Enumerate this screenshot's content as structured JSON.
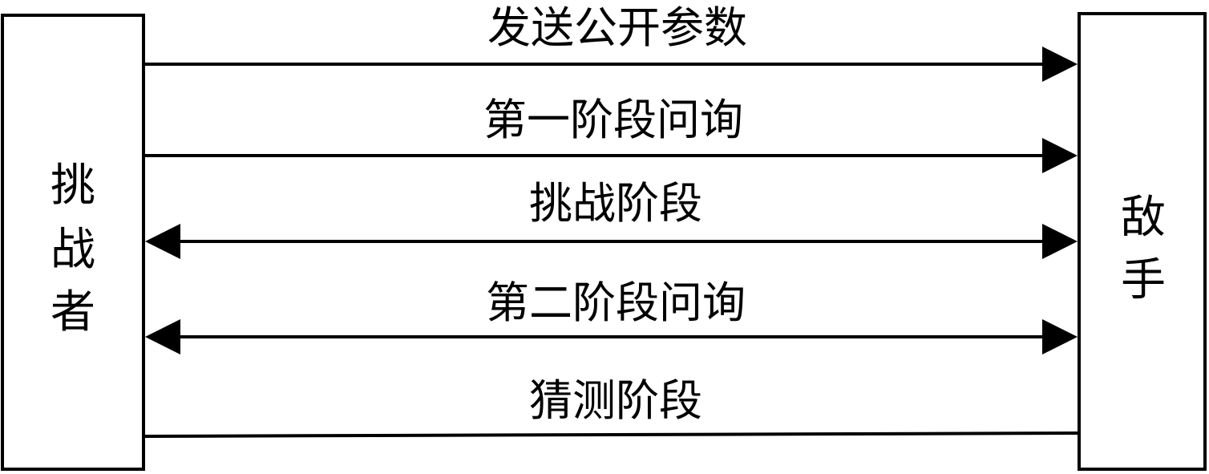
{
  "participants": {
    "challenger": {
      "label_chars": [
        "挑",
        "战",
        "者"
      ]
    },
    "adversary": {
      "label_chars": [
        "敌",
        "手"
      ]
    }
  },
  "messages": [
    {
      "label": "发送公开参数",
      "direction": "challenger-to-adversary"
    },
    {
      "label": "第一阶段问询",
      "direction": "challenger-to-adversary"
    },
    {
      "label": "挑战阶段",
      "direction": "both"
    },
    {
      "label": "第二阶段问询",
      "direction": "both"
    },
    {
      "label": "猜测阶段",
      "direction": "none"
    }
  ],
  "colors": {
    "line": "#000000",
    "background": "#ffffff"
  }
}
